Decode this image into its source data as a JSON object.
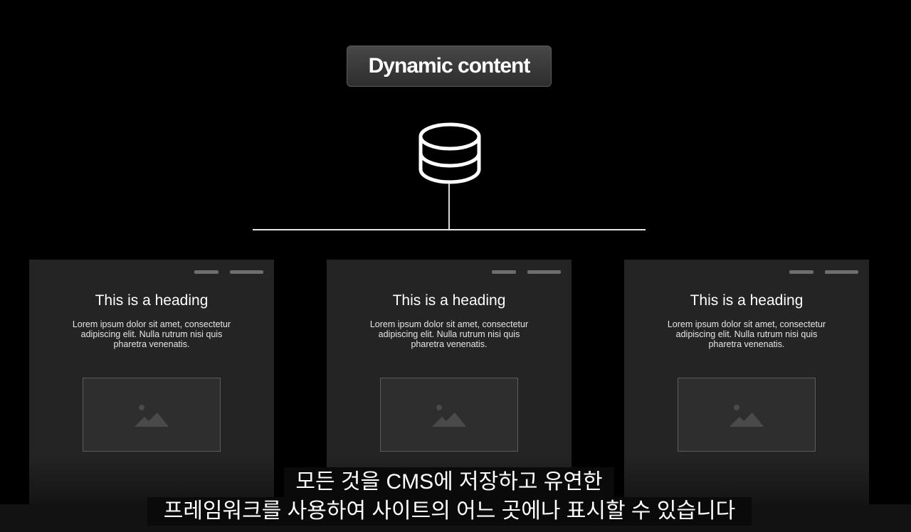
{
  "badge": {
    "label": "Dynamic content"
  },
  "icons": {
    "source": "database-icon",
    "placeholder": "image-icon"
  },
  "cards": [
    {
      "heading": "This is a heading",
      "body": "Lorem ipsum dolor sit amet, consectetur adipiscing elit. Nulla rutrum nisi quis pharetra venenatis."
    },
    {
      "heading": "This is a heading",
      "body": "Lorem ipsum dolor sit amet, consectetur adipiscing elit. Nulla rutrum nisi quis pharetra venenatis."
    },
    {
      "heading": "This is a heading",
      "body": "Lorem ipsum dolor sit amet, consectetur adipiscing elit. Nulla rutrum nisi quis pharetra venenatis."
    }
  ],
  "subtitles": {
    "line1": "모든 것을 CMS에 저장하고 유연한",
    "line2": "프레임워크를 사용하여 사이트의 어느 곳에나 표시할 수 있습니다"
  },
  "colors": {
    "background": "#000000",
    "card": "#242424",
    "line": "#e8e8e8"
  }
}
